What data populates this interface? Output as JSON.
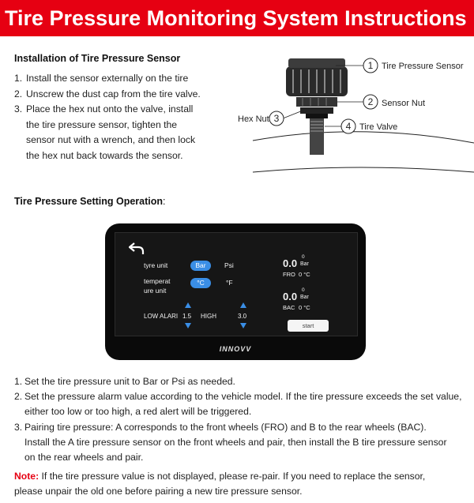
{
  "banner": {
    "title": "Tire Pressure Monitoring System Instructions"
  },
  "installation": {
    "heading": "Installation of Tire Pressure Sensor",
    "steps": [
      {
        "num": "1.",
        "text": "Install the sensor externally on the tire"
      },
      {
        "num": "2.",
        "text": "Unscrew the dust cap from the tire valve."
      },
      {
        "num": "3.",
        "lines": [
          "Place the hex nut onto the valve, install",
          "the tire pressure sensor, tighten the",
          "sensor nut with a wrench, and then lock",
          "the hex nut back towards the sensor."
        ]
      }
    ]
  },
  "diagram": {
    "labels": [
      {
        "num": "1",
        "text": "Tire Pressure Sensor"
      },
      {
        "num": "2",
        "text": "Sensor Nut"
      },
      {
        "num": "3",
        "text": "Hex Nut"
      },
      {
        "num": "4",
        "text": "Tire Valve"
      }
    ]
  },
  "setting": {
    "heading": "Tire Pressure Setting Operation",
    "colon": ":"
  },
  "device": {
    "brand": "INNOVV",
    "tyre_unit_label": "tyre unit",
    "unit_selected": "Bar",
    "unit_other": "Psi",
    "temp_label_1": "temperat",
    "temp_label_2": "ure unit",
    "temp_selected": "°C",
    "temp_other": "°F",
    "low_alarm_label": "LOW ALARI",
    "low_value": "1.5",
    "high_label": "HIGH",
    "high_value": "3.0",
    "front": {
      "pressure": "0.0",
      "small_zero": "0",
      "unit": "Bar",
      "label": "FRO",
      "temp": "0 °C"
    },
    "rear": {
      "pressure": "0.0",
      "small_zero": "0",
      "unit": "Bar",
      "label": "BAC",
      "temp": "0 °C"
    },
    "start_label": "start",
    "colors": {
      "accent": "#3a8ee6",
      "bezel": "#0a0a0a"
    }
  },
  "operation": {
    "items": [
      {
        "num": "1.",
        "lines": [
          "Set the tire pressure unit to Bar or Psi as needed."
        ]
      },
      {
        "num": "2.",
        "lines": [
          "Set the pressure alarm value according to the vehicle model. If the tire pressure exceeds the set value,",
          "either too low or too high, a red alert will be triggered."
        ]
      },
      {
        "num": "3.",
        "lines": [
          "Pairing tire pressure: A corresponds to the front wheels (FRO) and B to the rear wheels (BAC).",
          "Install the A tire pressure sensor on the front wheels and pair, then install the B tire pressure sensor",
          "on the rear wheels and pair."
        ]
      }
    ]
  },
  "note": {
    "label": "Note:",
    "line1": " If the tire pressure value is not displayed, please re-pair. If you need to replace the sensor,",
    "line2": "please unpair the old one before pairing a new tire pressure sensor."
  },
  "theme": {
    "brand_red": "#e60012"
  }
}
